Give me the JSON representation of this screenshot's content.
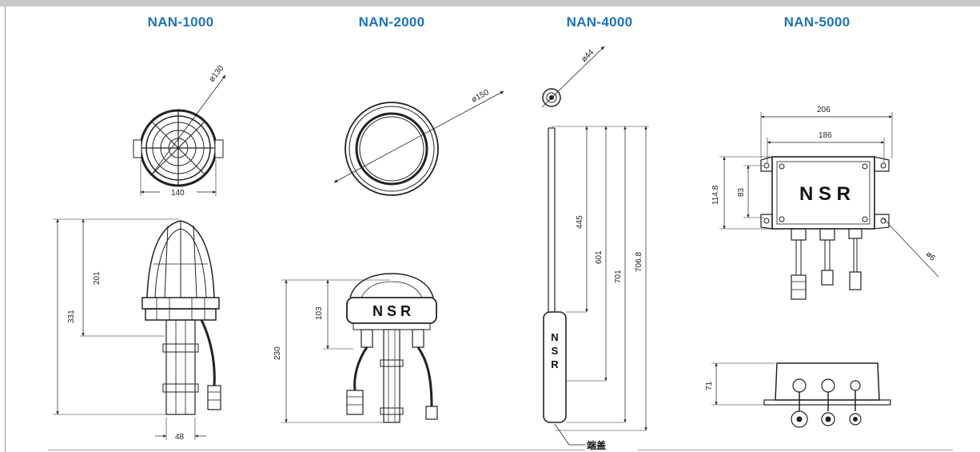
{
  "models": [
    "NAN-1000",
    "NAN-2000",
    "NAN-4000",
    "NAN-5000"
  ],
  "nan1000": {
    "top_diameter": "ø130",
    "top_width": "140",
    "height_total": "331",
    "height_upper": "201",
    "bottom_width": "48"
  },
  "nan2000": {
    "diameter": "ø150",
    "height_total": "230",
    "height_upper": "103",
    "brand": "N S R"
  },
  "nan4000": {
    "diameter": "ø44",
    "h445": "445",
    "h601": "601",
    "h701": "701",
    "h706": "706.8",
    "brand_n": "N",
    "brand_s": "S",
    "brand_r": "R",
    "end_cap_label": "端盖"
  },
  "nan5000": {
    "width_outer": "206",
    "width_inner": "186",
    "height_outer": "114.8",
    "height_inner": "83",
    "hole": "ø6",
    "depth": "71",
    "brand": "N S R"
  }
}
